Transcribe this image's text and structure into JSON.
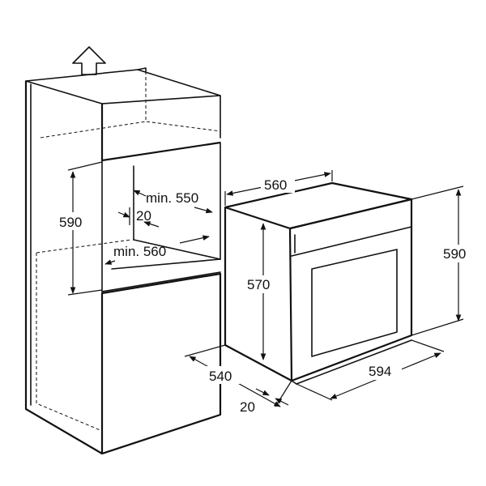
{
  "labels": {
    "cabinet_height": "590",
    "cabinet_depth": "min. 550",
    "cabinet_gap": "20",
    "cabinet_width": "min. 560",
    "oven_top_width": "560",
    "oven_height_side": "570",
    "oven_height_front": "590",
    "oven_depth": "540",
    "oven_front_width": "594",
    "oven_front_thickness": "20"
  },
  "icons": {
    "ventilation": "up-arrow-icon"
  },
  "colors": {
    "line": "#111111",
    "background": "#ffffff"
  }
}
